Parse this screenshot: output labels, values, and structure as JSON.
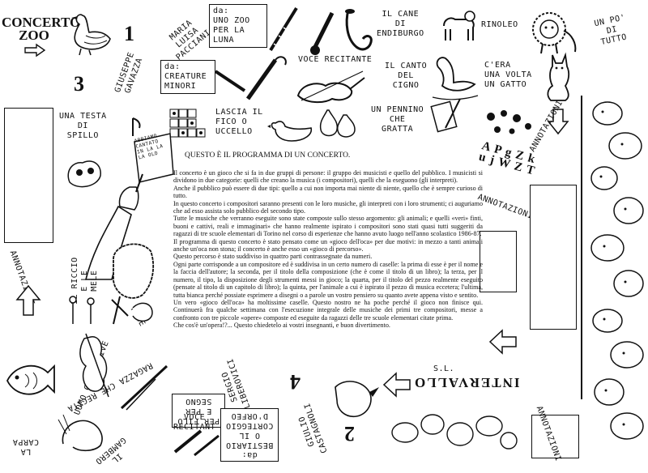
{
  "title": {
    "line1": "CONCERTO",
    "line2": "ZOO"
  },
  "numbers": {
    "n1": "1",
    "n2": "2",
    "n3": "3",
    "n4": "4"
  },
  "squares": {
    "maria": "MARIA\nLUISA\nPACCIANI",
    "zoo_luna": "da:\nUNO ZOO\nPER LA\nLUNA",
    "cane": "IL CANE\nDI\nENDIBURGO",
    "rinoleo": "RINOLEO",
    "un_po": "UN PO'\nDI\nTUTTO",
    "giuseppe": "GIUSEPPE\nGAVAZZA",
    "creature": "da:\nCREATURE\nMINORI",
    "voce_recitante_top": "VOCE RECITANTE",
    "canto": "IL CANTO\nDEL\nCIGNO",
    "gatto": "C'ERA\nUNA VOLTA\nUN GATTO",
    "testa": "UNA TESTA\nDI\nSPILLO",
    "lascia": "LASCIA IL\nFICO O\nUCCELLO",
    "pennino": "UN PENNINO\nCHE\nGRATTA",
    "annotazioni_right1": "ANNOTAZIONI",
    "annotazioni_right2": "ANNOTAZIONI",
    "annotazioni_left": "ANNOTAZIONI",
    "annotazioni_bottom": "ANNOTAZIONI",
    "riccio": "IL RICCIO\nE LE\nMELE",
    "fine": "FINE",
    "uomo": "UOMO CHE SCRIVE",
    "ragazza": "RAGAZZA CHE RECITA",
    "gambero": "IL\nGAMBERO",
    "carpa": "LA\nCARPA",
    "per_filo": "PER FILO\nE PER\nSEGNO",
    "sergio": "SERGIO\nLIBEROVICI",
    "voce_recitanti_bottom": "VOCE\nRECITANT",
    "bestiario": "da:\nBESTIARIO\nO IL\nCORTEGGIO\nD'ORFEO",
    "giulio": "GIULIO\nCASTAGNOLI",
    "intervallo": "INTERVALLO",
    "sl": "S.L."
  },
  "sign_text": "ABBIAMO CANTATO IN LA LA LA OLD",
  "letters": "A P g Z k u j W Z T",
  "main": {
    "heading": "QUESTO È IL PROGRAMMA DI UN CONCERTO.",
    "paragraphs": [
      "Il concerto è un gioco che si fa in due gruppi di persone: il gruppo dei musicisti e quello del pubblico. I musicisti si dividono in due categorie: quelli che creano la musica (i compositori), quelli che la eseguono (gli interpreti).",
      "Anche il pubblico può essere di due tipi: quello a cui non importa mai niente di niente, quello che è sempre curioso di tutto.",
      "In questo concerto i compositori saranno presenti con le loro musiche, gli interpreti con i loro strumenti; ci auguriamo che ad esso assista solo pubblico del secondo tipo.",
      "Tutte le musiche che verranno eseguite sono state composte sullo stesso argomento: gli animali; e quelli «veri» finti, buoni e cattivi, reali e immaginari» che hanno realmente ispirato i compositori sono stati quasi tutti suggeriti da ragazzi di tre scuole elementari di Torino nel corso di esperienze che hanno avuto luogo nell'anno scolastico 1986-87.",
      "Il programma di questo concerto è stato pensato come un «gioco dell'oca» per due motivi: in mezzo a tanti animali anche un'oca non stona; il concerto è anche esso un «gioco di percorso».",
      "Questo percorso è stato suddiviso in quattro parti contrassegnate da numeri.",
      "Ogni parte corrisponde a un compositore ed è suddivisa in un certo numero di caselle: la prima di esse è per il nome e la faccia dell'autore; la seconda, per il titolo della composizione (che è come il titolo di un libro); la terza, per il numero, il tipo, la disposizione degli strumenti messi in gioco; la quarta, per il titolo del pezzo realmente eseguito (pensate al titolo di un capitolo di libro); la quinta, per l'animale a cui è ispirato il pezzo di musica eccetera; l'ultima, tutta bianca perché possiate esprimere a disegni o a parole un vostro pensiero su quanto avete appena visto e sentito.",
      "Un vero «gioco dell'oca» ha moltissime caselle. Questo nostro ne ha poche perché il gioco non finisce qui. Continuerà fra qualche settimana con l'esecuzione integrale delle musiche dei primi tre compositori, messe a confronto con tre piccole «opere» composte ed eseguite da ragazzi delle tre scuole elementari citate prima.",
      "Che cos'è un'opera!?... Questo chiedetelo ai vostri insegnanti, e buon divertimento."
    ]
  }
}
